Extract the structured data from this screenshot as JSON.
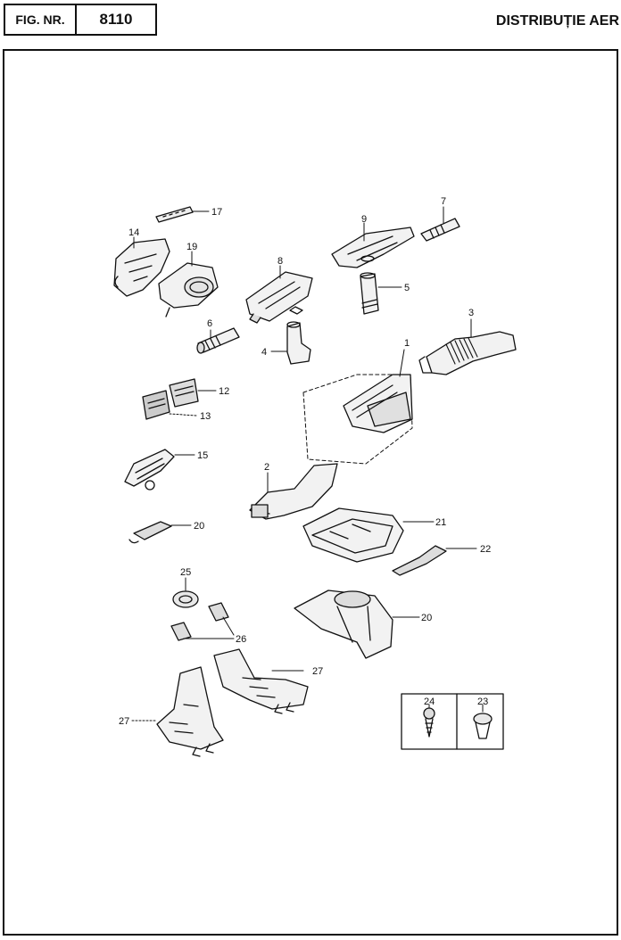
{
  "header": {
    "fig_label": "FIG. NR.",
    "fig_number": "8110",
    "title": "DISTRIBUȚIE AER"
  },
  "callouts": {
    "c1": "1",
    "c2": "2",
    "c3": "3",
    "c4": "4",
    "c5": "5",
    "c6": "6",
    "c7": "7",
    "c8": "8",
    "c9": "9",
    "c12": "12",
    "c13": "13",
    "c14": "14",
    "c15": "15",
    "c17": "17",
    "c19": "19",
    "c20a": "20",
    "c20b": "20",
    "c21": "21",
    "c22": "22",
    "c23": "23",
    "c24": "24",
    "c25": "25",
    "c26": "26",
    "c27a": "27",
    "c27b": "27"
  }
}
